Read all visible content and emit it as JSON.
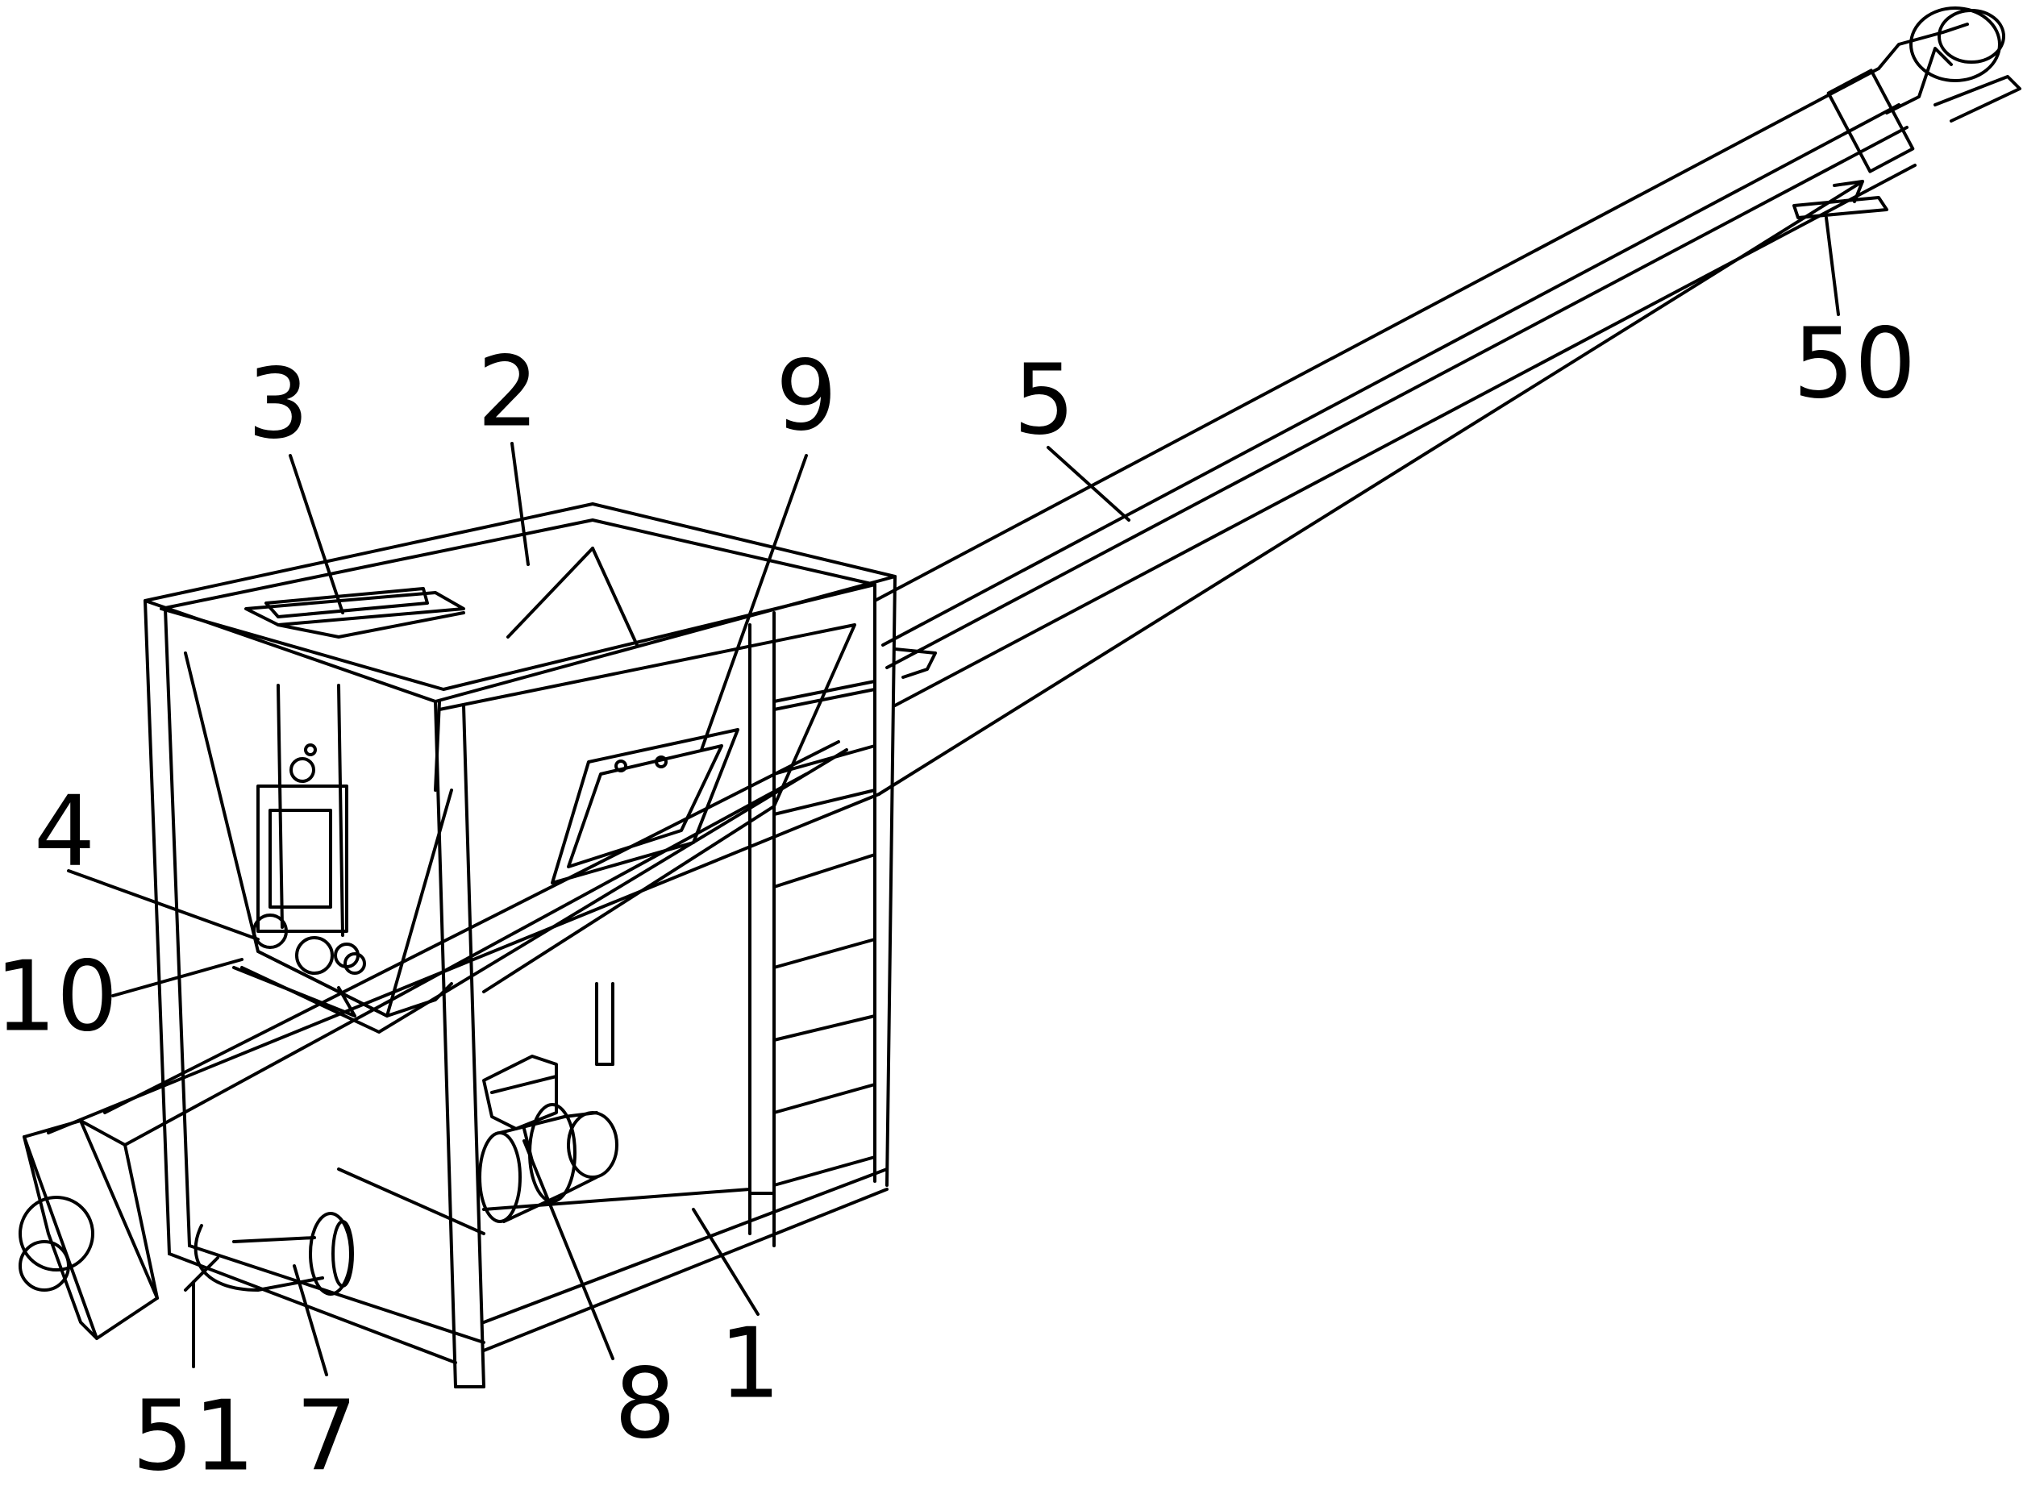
{
  "figure": {
    "line_color": "#000000",
    "background": "#ffffff"
  },
  "callouts": [
    {
      "id": "c1",
      "text": "1"
    },
    {
      "id": "c2",
      "text": "2"
    },
    {
      "id": "c3",
      "text": "3"
    },
    {
      "id": "c4",
      "text": "4"
    },
    {
      "id": "c5",
      "text": "5"
    },
    {
      "id": "c7",
      "text": "7"
    },
    {
      "id": "c8",
      "text": "8"
    },
    {
      "id": "c9",
      "text": "9"
    },
    {
      "id": "c10",
      "text": "10"
    },
    {
      "id": "c50",
      "text": "50"
    },
    {
      "id": "c51",
      "text": "51"
    }
  ]
}
